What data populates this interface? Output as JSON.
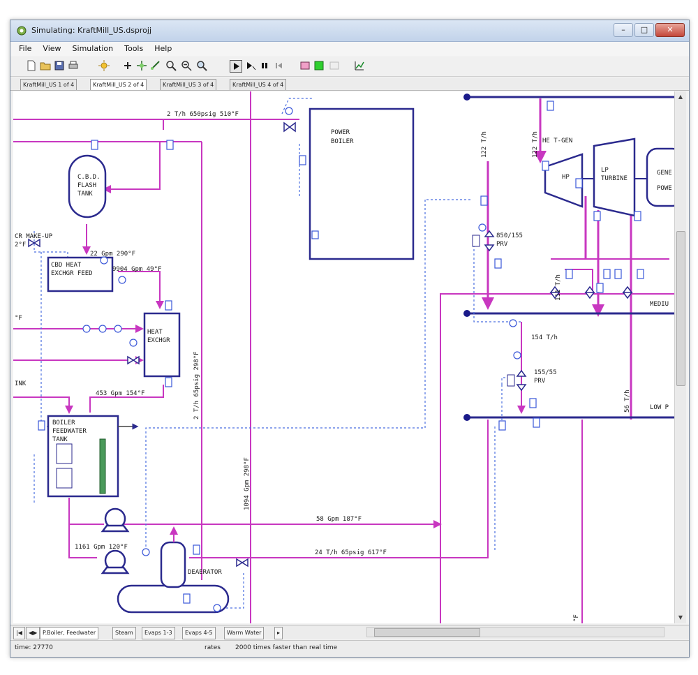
{
  "window": {
    "title": "Simulating: KraftMill_US.dsprojj"
  },
  "menu": [
    "File",
    "View",
    "Simulation",
    "Tools",
    "Help"
  ],
  "doc_tabs": [
    "KraftMill_US 1 of 4",
    "KraftMill_US 2 of 4",
    "KraftMill_US 3 of 4",
    "KraftMill_US 4 of 4"
  ],
  "equipment": {
    "power_boiler": [
      "POWER",
      "BOILER"
    ],
    "flash_tank": [
      "C.B.D.",
      "FLASH",
      "TANK"
    ],
    "cbd_heat_exch": [
      "CBD HEAT",
      "EXCHGR FEED"
    ],
    "heat_exch": [
      "HEAT",
      "EXCHGR"
    ],
    "feedwater_tank": [
      "BOILER",
      "FEEDWATER",
      "TANK"
    ],
    "deaerator": "DEAERATOR",
    "hp": "HP",
    "lp_turbine": [
      "LP",
      "TURBINE"
    ],
    "generator": [
      "GENE",
      "POWE"
    ]
  },
  "labels": {
    "steam_top": "2 T/h 650psig 510°F",
    "makeup": "CR MAKE-UP",
    "makeup2": "2°F",
    "gpm_290": "22 Gpm 290°F",
    "gpm_49": "9904 Gpm 49°F",
    "gpm_154": "453 Gpm 154°F",
    "gpm_187": "58 Gpm 187°F",
    "steam_617": "24 T/h 65psig 617°F",
    "gpm_1161": "1161 Gpm 120°F",
    "vert_steam": "2 T/h 65psig 298°F",
    "vert_gpm": "1094 Gpm 298°F",
    "hp_flow": "122 T/h",
    "hp_flow2": "122 T/h",
    "he_tgen": "HE T-GEN",
    "prv1": [
      "850/155",
      "PRV"
    ],
    "prv2": [
      "155/55",
      "PRV"
    ],
    "t154": "154 T/h",
    "t111": "111 T/h",
    "t56": "56 T/h",
    "med_header": "MEDIU",
    "low_header": "LOW P",
    "left_f": "°F",
    "left_ink": "INK",
    "bottom_f": "°F"
  },
  "sheet_tabs": [
    "P.Boiler, Feedwater",
    "Steam",
    "Evaps 1-3",
    "Evaps 4-5",
    "Warm Water"
  ],
  "status": {
    "time": "time: 27770",
    "mode": "rates",
    "speed": "2000 times faster than real time"
  },
  "colors": {
    "water": "#c837c0",
    "steam": "#2b2a8e",
    "signal": "#3a57d8"
  }
}
